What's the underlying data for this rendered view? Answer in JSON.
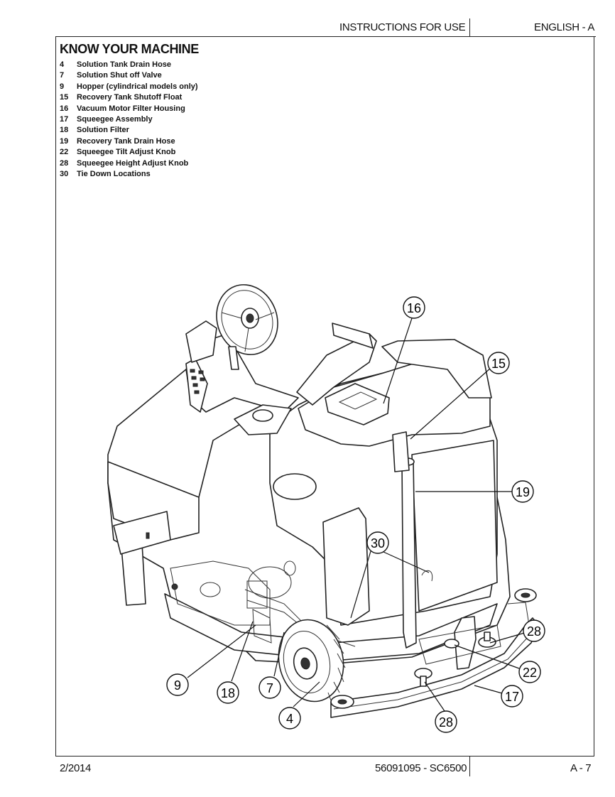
{
  "header": {
    "left": "INSTRUCTIONS FOR USE",
    "right": "ENGLISH - A"
  },
  "section_title": "KNOW YOUR MACHINE",
  "legend": [
    {
      "num": "4",
      "label": "Solution Tank Drain Hose"
    },
    {
      "num": "7",
      "label": "Solution Shut off Valve"
    },
    {
      "num": "9",
      "label": "Hopper (cylindrical models only)"
    },
    {
      "num": "15",
      "label": "Recovery Tank Shutoff Float"
    },
    {
      "num": "16",
      "label": "Vacuum Motor Filter Housing"
    },
    {
      "num": "17",
      "label": "Squeegee Assembly"
    },
    {
      "num": "18",
      "label": "Solution Filter"
    },
    {
      "num": "19",
      "label": "Recovery Tank Drain Hose"
    },
    {
      "num": "22",
      "label": "Squeegee Tilt Adjust Knob"
    },
    {
      "num": "28",
      "label": "Squeegee Height Adjust Knob"
    },
    {
      "num": "30",
      "label": "Tie Down Locations"
    }
  ],
  "callouts": [
    "16",
    "15",
    "19",
    "30",
    "28",
    "22",
    "17",
    "28",
    "4",
    "7",
    "18",
    "9"
  ],
  "footer": {
    "date": "2/2014",
    "doc_number": "56091095 - SC6500",
    "page": "A - 7"
  }
}
